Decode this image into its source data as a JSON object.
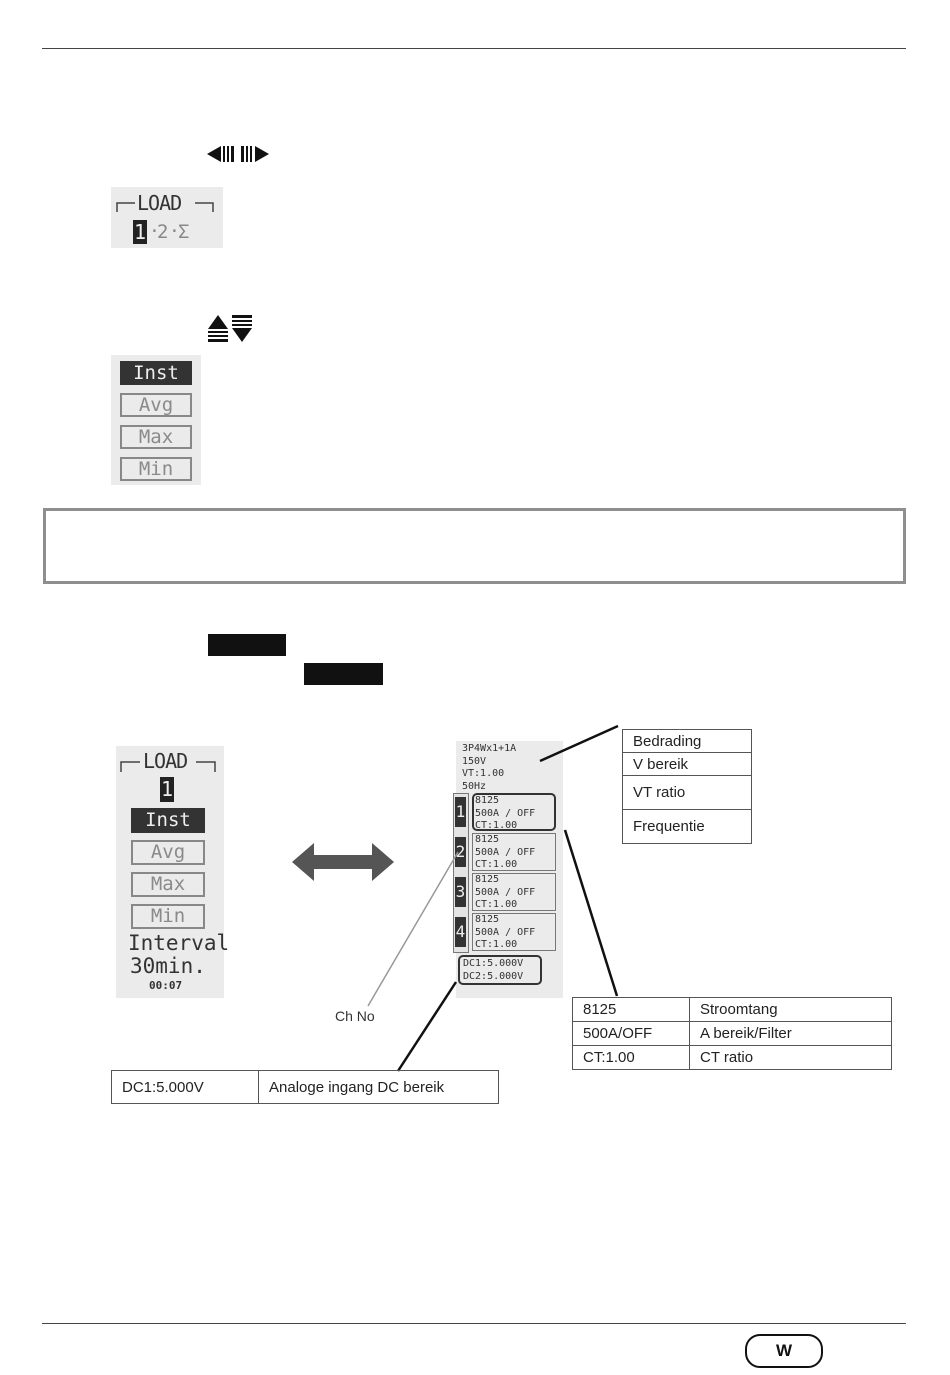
{
  "load_selector": {
    "title": "LOAD",
    "channels": [
      "1",
      "2",
      "Σ"
    ],
    "selected": "1"
  },
  "mode_selector": {
    "modes": [
      "Inst",
      "Avg",
      "Max",
      "Min"
    ],
    "selected": "Inst"
  },
  "diagram": {
    "load_screen": {
      "title": "LOAD",
      "channel": "1",
      "modes": [
        "Inst",
        "Avg",
        "Max",
        "Min"
      ],
      "interval_label": "Interval",
      "interval_value": "30min.",
      "timer": "00:07"
    },
    "settings_screen": {
      "header": [
        "3P4Wx1+1A",
        "150V",
        "VT:1.00",
        "50Hz"
      ],
      "channels": [
        {
          "no": "1",
          "sensor": "8125",
          "range": "500A / OFF",
          "ct": "CT:1.00"
        },
        {
          "no": "2",
          "sensor": "8125",
          "range": "500A / OFF",
          "ct": "CT:1.00"
        },
        {
          "no": "3",
          "sensor": "8125",
          "range": "500A / OFF",
          "ct": "CT:1.00"
        },
        {
          "no": "4",
          "sensor": "8125",
          "range": "500A / OFF",
          "ct": "CT:1.00"
        }
      ],
      "dc": [
        "DC1:5.000V",
        "DC2:5.000V"
      ]
    },
    "legend_header": [
      "Bedrading",
      "V bereik",
      "VT ratio",
      "Frequentie"
    ],
    "legend_channel": [
      [
        "8125",
        "Stroomtang"
      ],
      [
        "500A/OFF",
        "A bereik/Filter"
      ],
      [
        "CT:1.00",
        "CT ratio"
      ]
    ],
    "legend_dc": [
      "DC1:5.000V",
      "Analoge ingang DC bereik"
    ],
    "ch_no_label": "Ch No"
  },
  "footer": {
    "badge": "W"
  }
}
